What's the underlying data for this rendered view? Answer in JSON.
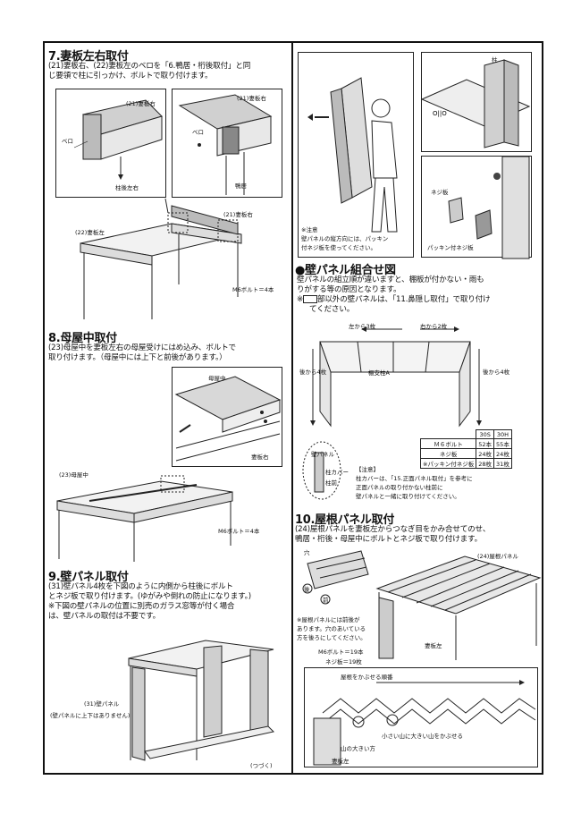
{
  "sec7": {
    "title": "7.妻板左右取付",
    "body1": "(21)妻板右、(22)妻板左のベロを「6.鴨居・桁後取付」と同",
    "body2": "じ要領で柱に引っかけ、ボルトで取り付けます。",
    "lbl_right1": "(21)妻板右",
    "lbl_right2": "(21)妻板右",
    "lbl_bero1": "ベロ",
    "lbl_bero2": "ベロ",
    "lbl_pillar": "柱後左右",
    "lbl_kamoi": "鴨居",
    "lbl_right3": "(21)妻板右",
    "lbl_left": "(22)妻板左",
    "bolt": "M6ボルト＝4本"
  },
  "sec8": {
    "title": "8.母屋中取付",
    "body1": "(23)母屋中を妻板左右の母屋受けにはめ込み、ボルトで",
    "body2": "取り付けます。（母屋中には上下と前後があります。）",
    "lbl_moya": "母屋中",
    "lbl_tsuma": "妻板右",
    "lbl_moya2": "(23)母屋中",
    "bolt": "M6ボルト＝4本"
  },
  "sec9": {
    "title": "9.壁パネル取付",
    "body1": "(31)壁パネル4枚を下図のように内側から柱後にボルト",
    "body2": "とネジ板で取り付けます。(ゆがみや倒れの防止になります。)",
    "body3": "※下図の壁パネルの位置に別売のガラス窓等が付く場合",
    "body4": "は、壁パネルの取付は不要です。",
    "lbl_panel": "(31)壁パネル",
    "lbl_note": "(壁パネルに上下はありません)",
    "cont": "(つづく)"
  },
  "right_top": {
    "lbl_hashira": "柱",
    "lbl_nejiita": "ネジ板",
    "lbl_packing": "パッキン付ネジ板",
    "note_title": "※注意",
    "note1": "壁パネルの縦方向には、パッキン",
    "note2": "付ネジ板を使ってください。"
  },
  "panel": {
    "title": "●壁パネル組合せ図",
    "body1": "壁パネルの組立順が違いますと、棚板が付かない・雨も",
    "body2": "りがする等の原因となります。",
    "body3a": "※",
    "body3b": "部以外の壁パネルは、「11.鼻隠し取付」で取り付け",
    "body4": "てください。",
    "lbl_left3": "左から3枚",
    "lbl_right2": "右から2枚",
    "lbl_back_l": "後から4枚",
    "lbl_back_r": "後から4枚",
    "lbl_center": "棚支柱A",
    "lbl_kabe": "壁パネル",
    "lbl_cover": "柱カバー",
    "lbl_hashiramae": "柱前",
    "table": {
      "h": [
        "",
        "30S",
        "30H"
      ],
      "rows": [
        [
          "Ｍ６ボルト",
          "52本",
          "55本"
        ],
        [
          "ネジ板",
          "24枚",
          "24枚"
        ],
        [
          "※パッキン付ネジ板",
          "28枚",
          "31枚"
        ]
      ]
    },
    "note_title": "【注意】",
    "note1": "柱カバーは、「15.正面パネル取付」を参考に",
    "note2": "正面パネルの取り付かない柱前に",
    "note3": "壁パネルと一緒に取り付けてください。"
  },
  "sec10": {
    "title": "10.屋根パネル取付",
    "body1": "(24)屋根パネルを妻板左からつなぎ目をかみ合せてのせ、",
    "body2": "鴨居・桁後・母屋中にボルトとネジ板で取り付けます。",
    "lbl_ana": "穴",
    "lbl_ato": "後",
    "lbl_mae": "前",
    "lbl_roof": "(24)屋根パネル",
    "note1": "※屋根パネルには前後が",
    "note2": "あります。穴のあいている",
    "note3": "方を後ろにしてください。",
    "lbl_tsuma": "妻板左",
    "bolt": "M6ボルト＝19本",
    "neji": "ネジ板＝19枚",
    "order": "屋根をかぶせる順番",
    "small": "小さい山に大きい山をかぶせる",
    "big": "山の大きい方",
    "lbl_tsuma2": "妻板左"
  }
}
